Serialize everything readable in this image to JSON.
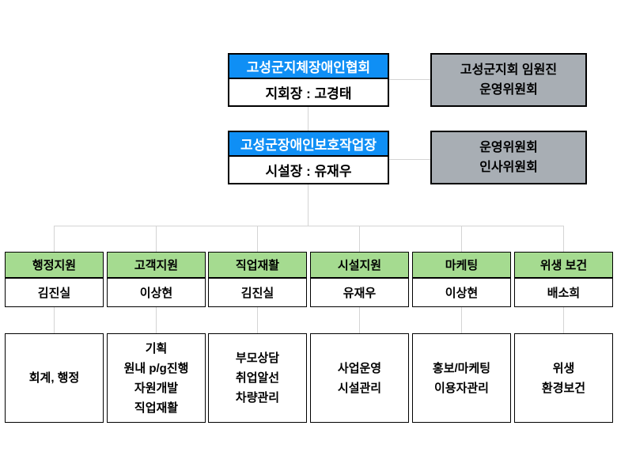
{
  "org": {
    "association": {
      "title": "고성군지체장애인협회",
      "leader": "지회장 : 고경태"
    },
    "association_committee": "고성군지회 임원진\n운영위원회",
    "workshop": {
      "title": "고성군장애인보호작업장",
      "leader": "시설장 : 유재우"
    },
    "workshop_committee": "운영위원회\n인사위원회"
  },
  "departments": [
    {
      "title": "행정지원",
      "manager": "김진실",
      "tasks": "회계, 행정"
    },
    {
      "title": "고객지원",
      "manager": "이상현",
      "tasks": "기획\n원내 p/g진행\n자원개발\n직업재활"
    },
    {
      "title": "직업재활",
      "manager": "김진실",
      "tasks": "부모상담\n취업알선\n차량관리"
    },
    {
      "title": "시설지원",
      "manager": "유재우",
      "tasks": "사업운영\n시설관리"
    },
    {
      "title": "마케팅",
      "manager": "이상현",
      "tasks": "홍보/마케팅\n이용자관리"
    },
    {
      "title": "위생 보건",
      "manager": "배소희",
      "tasks": "위생\n환경보건"
    }
  ],
  "colors": {
    "header_blue": "#0f8ff5",
    "dept_green": "#a5db90",
    "committee_gray": "#a8aeb4",
    "connector": "#d4d4d4"
  }
}
